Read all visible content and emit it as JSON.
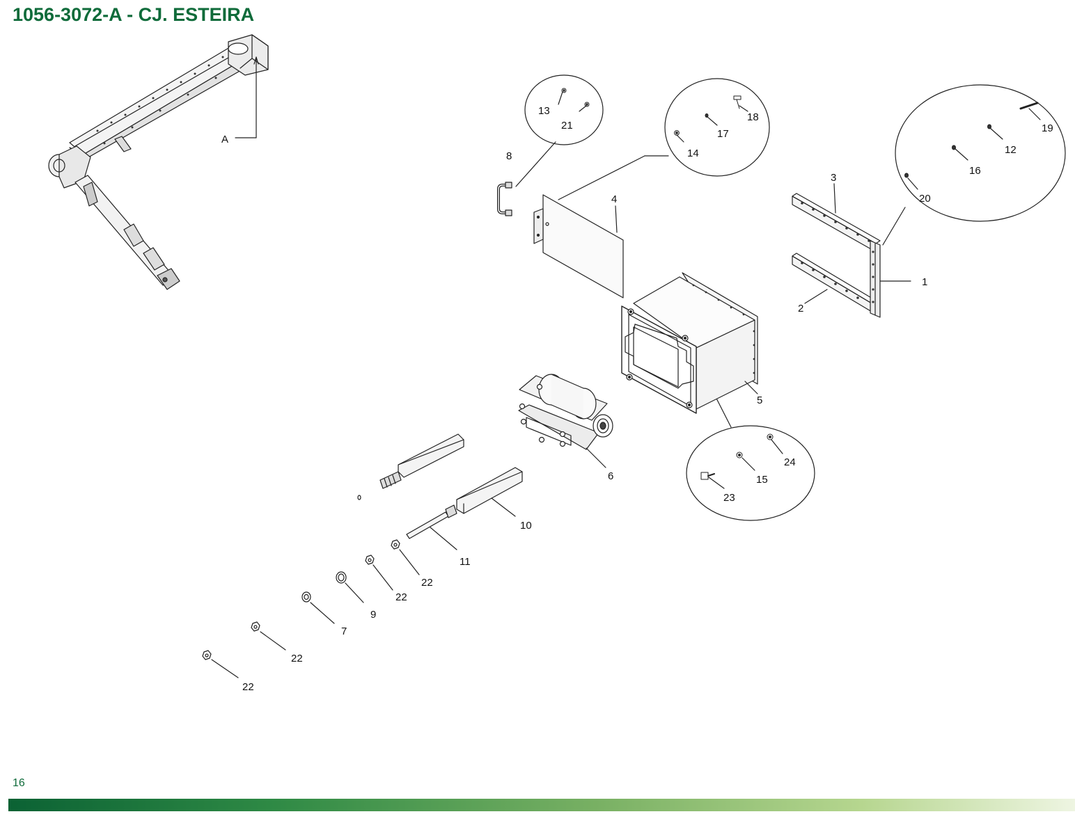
{
  "title": "1056-3072-A - CJ. ESTEIRA",
  "page_number": "16",
  "callouts": {
    "A": "A",
    "p1": "1",
    "p2": "2",
    "p3": "3",
    "p4": "4",
    "p5": "5",
    "p6": "6",
    "p7": "7",
    "p8": "8",
    "p9": "9",
    "p10": "10",
    "p11": "11",
    "p12": "12",
    "p13": "13",
    "p14": "14",
    "p15": "15",
    "p16": "16",
    "p17": "17",
    "p18": "18",
    "p19": "19",
    "p20": "20",
    "p21": "21",
    "p22": "22",
    "p23": "23",
    "p24": "24"
  },
  "colors": {
    "title": "#0f6b3a",
    "footer_start": "#0b6234",
    "footer_end": "#eef5e2"
  }
}
